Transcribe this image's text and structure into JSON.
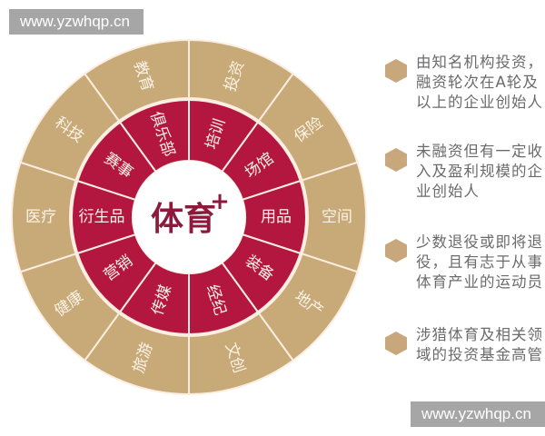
{
  "watermarks": {
    "top": "www.yzwhqp.cn",
    "bottom": "www.yzwhqp.cn"
  },
  "colors": {
    "outer_ring": "#c8a978",
    "inner_ring": "#b3173f",
    "center": "#ffffff",
    "center_text": "#8c1a3c",
    "divider": "#fbeee0",
    "ring_label": "#fbf3e6",
    "legend_icon": "#c9a77c",
    "legend_text": "#6b6b6b",
    "watermark_bg": "#a6a6a6"
  },
  "center": {
    "title": "体育",
    "superscript": "+"
  },
  "inner_ring": {
    "segments": [
      "培训",
      "场馆",
      "用品",
      "装备",
      "经纪",
      "传媒",
      "营销",
      "衍生品",
      "赛事",
      "俱乐部"
    ]
  },
  "outer_ring": {
    "segments": [
      "投资",
      "保险",
      "空间",
      "地产",
      "文创",
      "旅游",
      "健康",
      "医疗",
      "科技",
      "教育"
    ]
  },
  "legend": {
    "items": [
      {
        "lines": [
          "由知名机构投资，",
          "融资轮次在A轮及",
          "以上的企业创始人"
        ]
      },
      {
        "lines": [
          "未融资但有一定收",
          "入及盈利规模的企",
          "业创始人"
        ]
      },
      {
        "lines": [
          "少数退役或即将退",
          "役，且有志于从事",
          "体育产业的运动员"
        ]
      },
      {
        "lines": [
          "涉猎体育及相关领",
          "域的投资基金高管"
        ]
      }
    ]
  }
}
